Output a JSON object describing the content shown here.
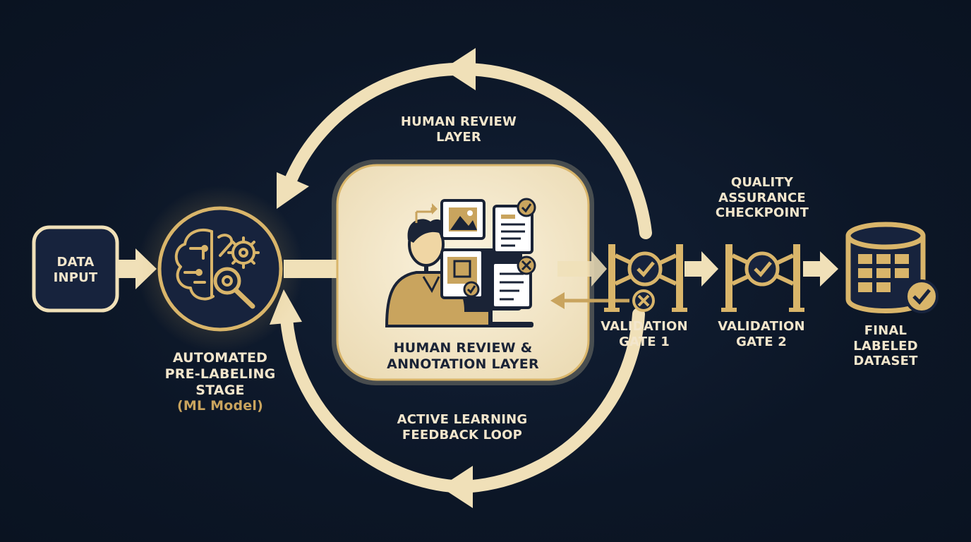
{
  "colors": {
    "background": "#0c1626",
    "cream": "#f3e6cc",
    "gold": "#c9a45e",
    "navy": "#17233d"
  },
  "nodes": {
    "data_input": {
      "line1": "DATA",
      "line2": "INPUT"
    },
    "pre_labeling": {
      "line1": "AUTOMATED",
      "line2": "PRE-LABELING",
      "line3": "STAGE",
      "sub": "(ML Model)"
    },
    "human_review_top": {
      "line1": "HUMAN REVIEW",
      "line2": "LAYER"
    },
    "annotation_layer": {
      "line1": "HUMAN REVIEW &",
      "line2": "ANNOTATION LAYER"
    },
    "active_learning": {
      "line1": "ACTIVE LEARNING",
      "line2": "FEEDBACK LOOP"
    },
    "qa_checkpoint": {
      "line1": "QUALITY",
      "line2": "ASSURANCE",
      "line3": "CHECKPOINT"
    },
    "gate1": {
      "line1": "VALIDATION",
      "line2": "GATE 1"
    },
    "gate2": {
      "line1": "VALIDATION",
      "line2": "GATE 2"
    },
    "final": {
      "line1": "FINAL",
      "line2": "LABELED",
      "line3": "DATASET"
    }
  },
  "icons": {
    "brain": "brain-gear-magnifier-icon",
    "annotator": "person-at-computer-icon",
    "gate": "validation-gate-icon",
    "database": "database-check-icon"
  }
}
